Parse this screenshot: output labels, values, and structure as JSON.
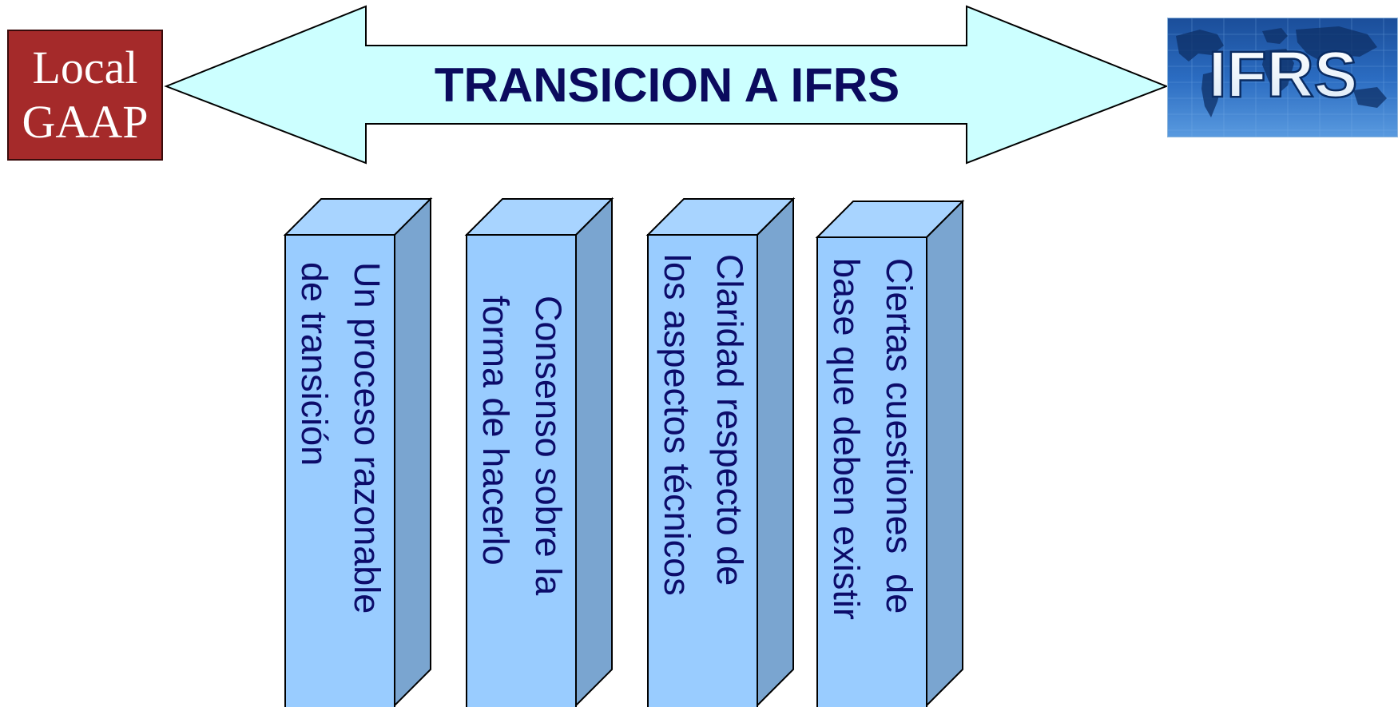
{
  "local_box": {
    "line1": "Local",
    "line2": "GAAP",
    "background": "#a52a2a"
  },
  "arrow": {
    "title": "TRANSICION A IFRS",
    "fill": "#ccffff"
  },
  "ifrs_logo": {
    "text": "IFRS",
    "icon": "world-map-icon"
  },
  "pillars": [
    {
      "line1": "Un proceso razonable",
      "line2": "de transición"
    },
    {
      "line1": "Consenso sobre la",
      "line2": "forma de hacerlo"
    },
    {
      "line1": "Claridad respecto de",
      "line2": "los aspectos técnicos"
    },
    {
      "line1": "Ciertas cuestiones  de",
      "line2": "base que deben existir"
    }
  ],
  "colors": {
    "pillar_front": "#99ccff",
    "pillar_side": "#7aa5d0",
    "pillar_top": "#a8d4ff",
    "text_dark_blue": "#0c0c6a"
  }
}
